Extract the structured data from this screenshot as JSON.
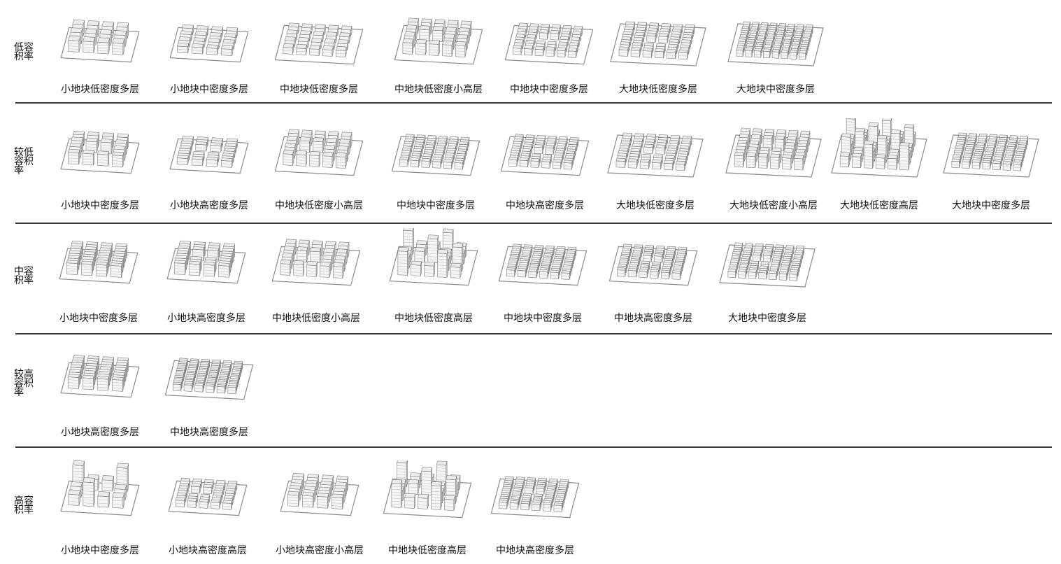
{
  "rows": [
    {
      "label": "低容\n积率",
      "items": [
        {
          "caption": "小地块低密度多层",
          "plot": "small",
          "grid": [
            3,
            4
          ],
          "height": "mid",
          "hole": false
        },
        {
          "caption": "小地块中密度多层",
          "plot": "small",
          "grid": [
            4,
            4
          ],
          "height": "low",
          "hole": false
        },
        {
          "caption": "中地块低密度多层",
          "plot": "medium",
          "grid": [
            4,
            5
          ],
          "height": "low",
          "hole": false
        },
        {
          "caption": "中地块低密度小高层",
          "plot": "medium",
          "grid": [
            4,
            5
          ],
          "height": "mid",
          "hole": true
        },
        {
          "caption": "中地块中密度多层",
          "plot": "medium",
          "grid": [
            5,
            6
          ],
          "height": "low",
          "hole": true
        },
        {
          "caption": "大地块低密度多层",
          "plot": "large",
          "grid": [
            6,
            6
          ],
          "height": "low",
          "hole": true
        },
        {
          "caption": "大地块中密度多层",
          "plot": "large",
          "grid": [
            7,
            8
          ],
          "height": "low",
          "hole": false
        }
      ]
    },
    {
      "label": "较低\n容积\n率",
      "items": [
        {
          "caption": "小地块中密度多层",
          "plot": "small",
          "grid": [
            4,
            4
          ],
          "height": "mid",
          "hole": true
        },
        {
          "caption": "小地块高密度多层",
          "plot": "small",
          "grid": [
            5,
            4
          ],
          "height": "low",
          "hole": true
        },
        {
          "caption": "中地块低密度小高层",
          "plot": "medium",
          "grid": [
            4,
            5
          ],
          "height": "mid",
          "hole": true
        },
        {
          "caption": "中地块中密度多层",
          "plot": "medium",
          "grid": [
            6,
            6
          ],
          "height": "low",
          "hole": false
        },
        {
          "caption": "中地块高密度多层",
          "plot": "medium",
          "grid": [
            6,
            6
          ],
          "height": "low",
          "hole": true
        },
        {
          "caption": "大地块低密度多层",
          "plot": "large",
          "grid": [
            6,
            6
          ],
          "height": "low",
          "hole": true
        },
        {
          "caption": "大地块低密度小高层",
          "plot": "large",
          "grid": [
            5,
            6
          ],
          "height": "mid",
          "hole": true
        },
        {
          "caption": "大地块低密度高层",
          "plot": "large",
          "grid": [
            5,
            6
          ],
          "height": "high",
          "hole": false
        },
        {
          "caption": "大地块中密度多层",
          "plot": "large",
          "grid": [
            7,
            7
          ],
          "height": "low",
          "hole": false
        }
      ]
    },
    {
      "label": "中容\n积率",
      "items": [
        {
          "caption": "小地块中密度多层",
          "plot": "small",
          "grid": [
            5,
            4
          ],
          "height": "mid",
          "hole": false
        },
        {
          "caption": "小地块高密度多层",
          "plot": "small",
          "grid": [
            5,
            4
          ],
          "height": "mid",
          "hole": true
        },
        {
          "caption": "中地块低密度小高层",
          "plot": "medium",
          "grid": [
            4,
            5
          ],
          "height": "mid",
          "hole": true
        },
        {
          "caption": "中地块低密度高层",
          "plot": "medium",
          "grid": [
            4,
            5
          ],
          "height": "high",
          "hole": true
        },
        {
          "caption": "中地块中密度多层",
          "plot": "medium",
          "grid": [
            7,
            6
          ],
          "height": "low",
          "hole": false
        },
        {
          "caption": "中地块高密度多层",
          "plot": "medium",
          "grid": [
            7,
            6
          ],
          "height": "low",
          "hole": true
        },
        {
          "caption": "大地块中密度多层",
          "plot": "large",
          "grid": [
            7,
            7
          ],
          "height": "low",
          "hole": true
        }
      ]
    },
    {
      "label": "较高\n容积\n率",
      "items": [
        {
          "caption": "小地块高密度多层",
          "plot": "small",
          "grid": [
            5,
            4
          ],
          "height": "mid",
          "hole": false
        },
        {
          "caption": "中地块高密度多层",
          "plot": "medium",
          "grid": [
            8,
            6
          ],
          "height": "low",
          "hole": false
        }
      ]
    },
    {
      "label": "高容\n积率",
      "items": [
        {
          "caption": "小地块中密度多层",
          "plot": "small",
          "grid": [
            3,
            4
          ],
          "height": "high",
          "hole": true
        },
        {
          "caption": "小地块高密度高层",
          "plot": "small",
          "grid": [
            5,
            5
          ],
          "height": "low",
          "hole": true
        },
        {
          "caption": "小地块高密度小高层",
          "plot": "small",
          "grid": [
            4,
            4
          ],
          "height": "mid",
          "hole": false
        },
        {
          "caption": "中地块低密度高层",
          "plot": "medium",
          "grid": [
            4,
            5
          ],
          "height": "high",
          "hole": true
        },
        {
          "caption": "中地块高密度多层",
          "plot": "medium",
          "grid": [
            7,
            6
          ],
          "height": "low",
          "hole": true
        }
      ]
    }
  ]
}
